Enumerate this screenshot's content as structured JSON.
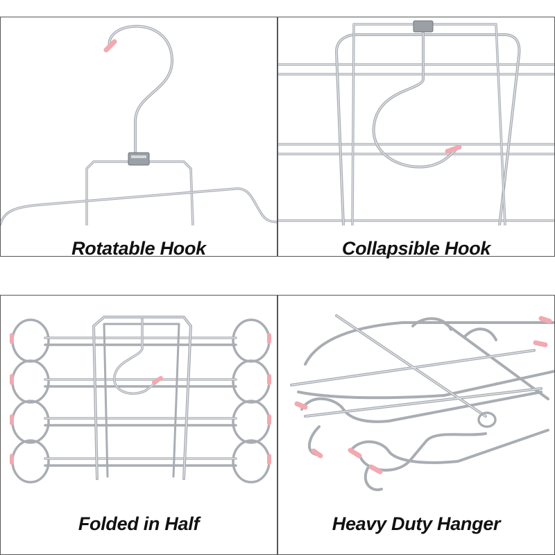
{
  "panels": [
    {
      "caption": "Rotatable Hook"
    },
    {
      "caption": "Collapsible Hook"
    },
    {
      "caption": "Folded in Half"
    },
    {
      "caption": "Heavy Duty Hanger"
    }
  ],
  "colors": {
    "background": "#ffffff",
    "border": "#555555",
    "caption_text": "#111111",
    "wire": "#a9adb3",
    "wire_highlight": "#e6e8eb",
    "tip_pink": "#f2a9b0"
  }
}
